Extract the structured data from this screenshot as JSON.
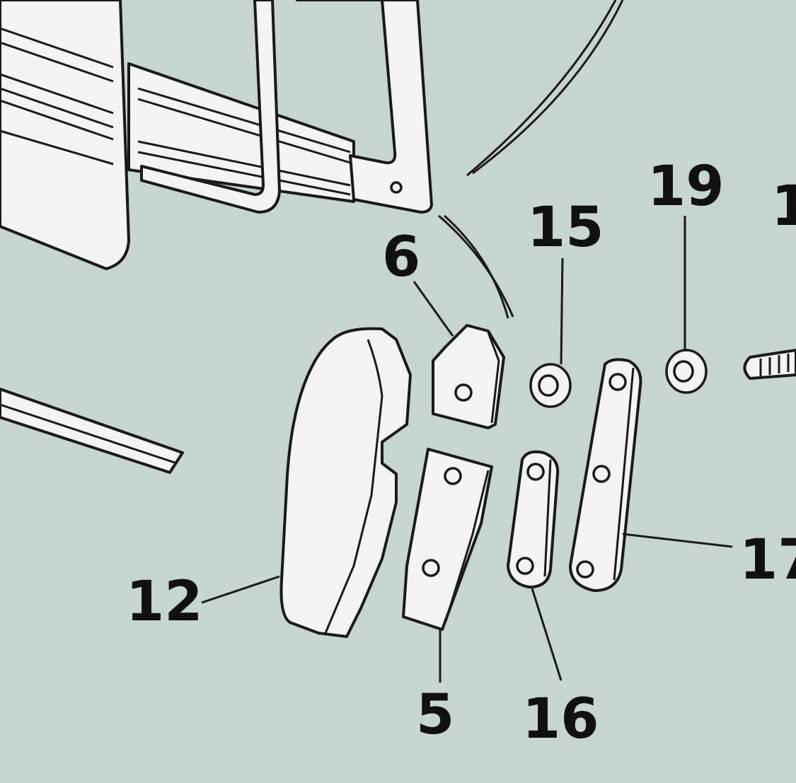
{
  "callouts": {
    "c5": "5",
    "c6": "6",
    "c12": "12",
    "c15": "15",
    "c16": "16",
    "c17": "17",
    "c19": "19",
    "c1_partial": "1"
  },
  "colors": {
    "background": "#c6d5d0",
    "part_fill": "#f3f3f1",
    "line": "#1a1a1a"
  }
}
